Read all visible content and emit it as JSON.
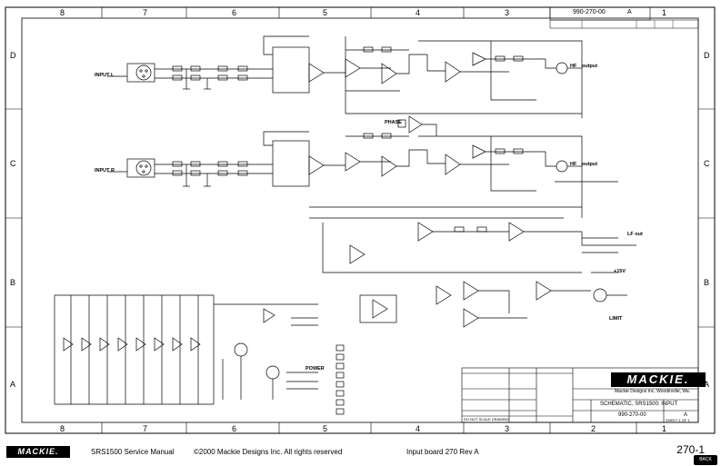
{
  "drawing_number": "990-270-00",
  "sheet_rev": "A",
  "zones_columns": [
    "8",
    "7",
    "6",
    "5",
    "4",
    "3",
    "2",
    "1"
  ],
  "zones_rows": [
    "D",
    "C",
    "B",
    "A"
  ],
  "signals": {
    "input_l": "INPUT L",
    "input_r": "INPUT R",
    "output_l": "output",
    "output_r": "output",
    "hf_l": "HF",
    "hf_r": "HF",
    "lf_out": "LF out",
    "phase": "PHASE",
    "power": "POWER",
    "limit": "LIMIT",
    "plus15v": "+15V"
  },
  "title_block": {
    "company": "Mackie Designs Inc. Woodinville, Wa.",
    "logo_text": "MACKIE.",
    "title": "SCHEMATIC, SRS1500: INPUT",
    "drawing_no": "990-270-00",
    "rev": "A",
    "sheet": "SHEET 1 OF 1",
    "do_not_scale": "DO NOT SCALE DRAWING"
  },
  "footer": {
    "logo": "MACKIE.",
    "manual": "SRS1500 Service Manual",
    "copyright": "©2000 Mackie Designs Inc. All rights reserved",
    "board": "Input board 270 Rev A",
    "page": "270-1",
    "back": "BACK"
  }
}
